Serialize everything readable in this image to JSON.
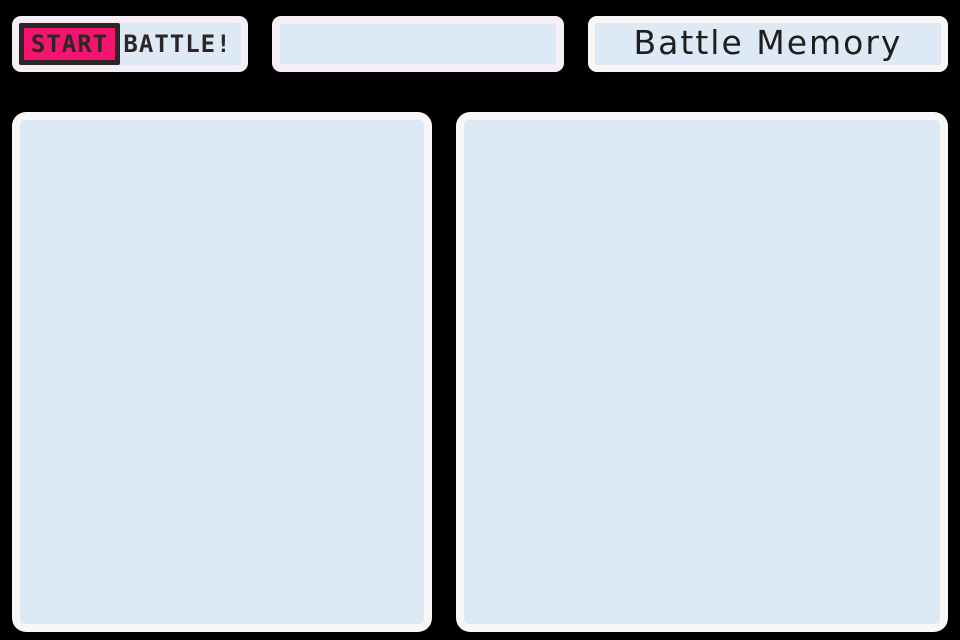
{
  "colors": {
    "background": "#000000",
    "panel_fill": "#dde9f4",
    "pink_border": "#f6eef6",
    "white_border": "#f8f6f6",
    "badge_pink": "#f4146e",
    "dark": "#2c2626",
    "memory_text": "#1e1e1e"
  },
  "top_bar": {
    "start_battle_button": {
      "start_label": "START",
      "battle_label": "BATTLE!"
    },
    "empty_slot": {},
    "battle_memory": {
      "label": "Battle Memory"
    }
  },
  "panels": {
    "left": {
      "content": ""
    },
    "right": {
      "content": ""
    }
  }
}
